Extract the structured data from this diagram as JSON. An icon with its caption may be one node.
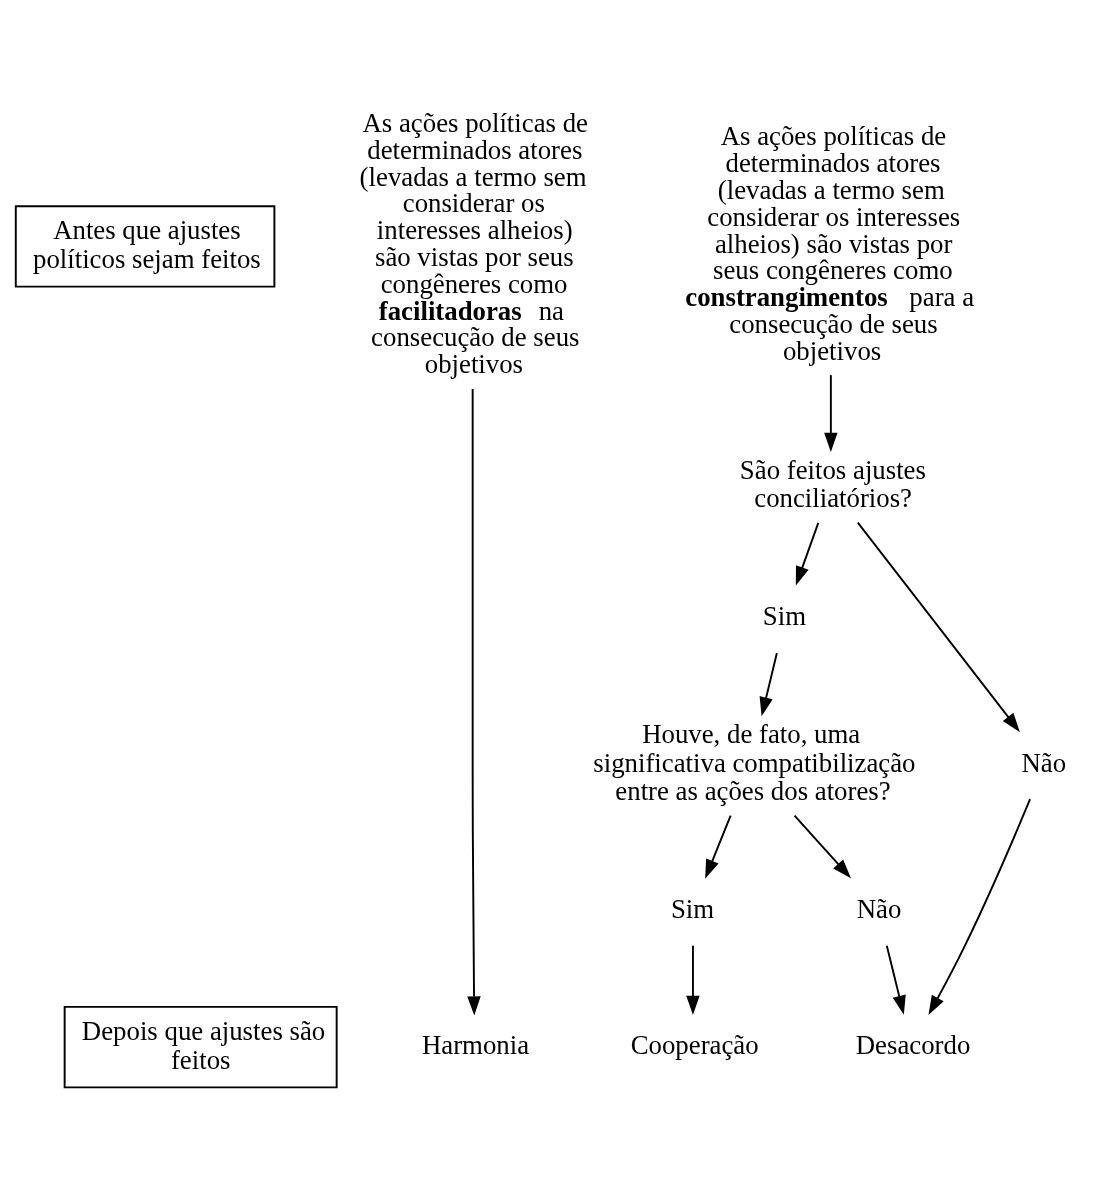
{
  "diagram": {
    "nodes": [
      {
        "text": [
          "Antes que ajustes políticos sejam feitos"
        ]
      },
      {
        "text": [
          "As ações políticas de determinados atores (levadas a termo sem considerar os interesses alheios) são vistas por seus congêneres como **facilitadoras** na consecução de seus objetivos"
        ]
      },
      {
        "text": [
          "As ações políticas de determinados atores (levadas a termo sem considerar os interesses alheios) são vistas por seus congêneres como **constrangimentos** para a consecução de seus objetivos"
        ]
      },
      {
        "text": [
          "São feitos ajustes conciliatórios?"
        ]
      },
      {
        "text": [
          "Sim"
        ]
      },
      {
        "text": [
          "Não"
        ]
      },
      {
        "text": [
          "Houve, de fato, uma significativa compatibilização entre as ações dos atores?"
        ]
      },
      {
        "text": [
          "Sim"
        ]
      },
      {
        "text": [
          "Não"
        ]
      },
      {
        "text": [
          "Depois que ajustes são feitos"
        ]
      },
      {
        "text": [
          "Harmonia"
        ]
      },
      {
        "text": [
          "Cooperação"
        ]
      },
      {
        "text": [
          "Desacordo"
        ]
      }
    ],
    "edges": [
      {
        "from": 1,
        "to": 10,
        "arrow": "to"
      },
      {
        "from": 2,
        "to": 3,
        "arrow": "to"
      },
      {
        "from": 3,
        "to": 4,
        "arrow": "to"
      },
      {
        "from": 3,
        "to": 5,
        "arrow": "to"
      },
      {
        "from": 4,
        "to": 6,
        "arrow": "to"
      },
      {
        "from": 6,
        "to": 7,
        "arrow": "to"
      },
      {
        "from": 6,
        "to": 8,
        "arrow": "to"
      },
      {
        "from": 7,
        "to": 11,
        "arrow": "to"
      },
      {
        "from": 8,
        "to": 12,
        "arrow": "to"
      },
      {
        "from": 5,
        "to": 12,
        "arrow": "to"
      }
    ]
  }
}
